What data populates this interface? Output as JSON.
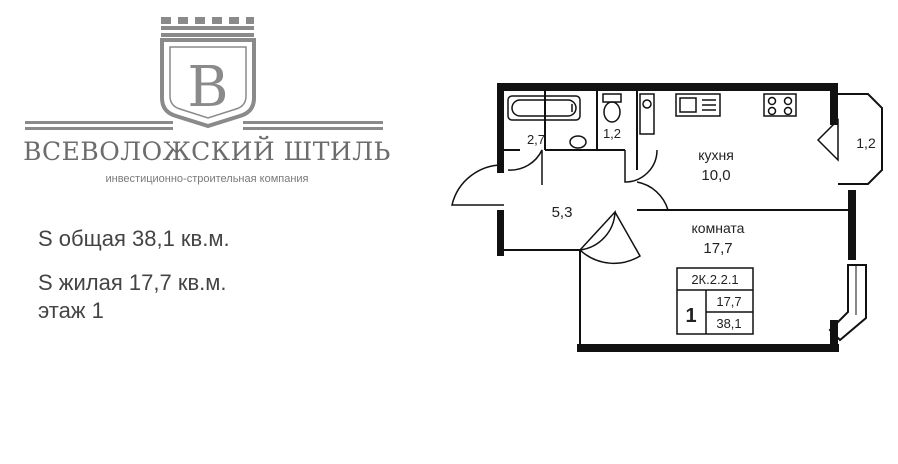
{
  "brand": {
    "logo_letter": "В",
    "name": "ВСЕВОЛОЖСКИЙ ШТИЛЬ",
    "tagline": "инвестиционно-строительная компания",
    "color": "#7a7a7a"
  },
  "specs": {
    "total_area": "S общая 38,1 кв.м.",
    "living_area": "S жилая 17,7 кв.м.",
    "floor": "этаж 1"
  },
  "plan": {
    "rooms": {
      "bathroom": "2,7",
      "toilet": "1,2",
      "kitchen_label": "кухня",
      "kitchen_area": "10,0",
      "hall": "5,3",
      "room_label": "комната",
      "room_area": "17,7",
      "balcony": "1,2"
    },
    "stamp": {
      "code": "2К.2.2.1",
      "rooms_count": "1",
      "living": "17,7",
      "total": "38,1"
    }
  }
}
